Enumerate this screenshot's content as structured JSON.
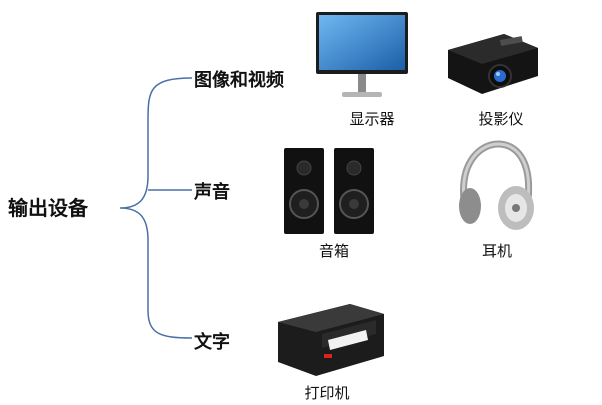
{
  "root": {
    "label": "输出设备"
  },
  "categories": [
    {
      "label": "图像和视频",
      "devices": [
        {
          "label": "显示器",
          "icon": "monitor-icon"
        },
        {
          "label": "投影仪",
          "icon": "projector-icon"
        }
      ]
    },
    {
      "label": "声音",
      "devices": [
        {
          "label": "音箱",
          "icon": "speakers-icon"
        },
        {
          "label": "耳机",
          "icon": "headphones-icon"
        }
      ]
    },
    {
      "label": "文字",
      "devices": [
        {
          "label": "打印机",
          "icon": "printer-icon"
        }
      ]
    }
  ],
  "colors": {
    "bracket": "#4a6fa5",
    "device_dark": "#1a1a1a"
  }
}
